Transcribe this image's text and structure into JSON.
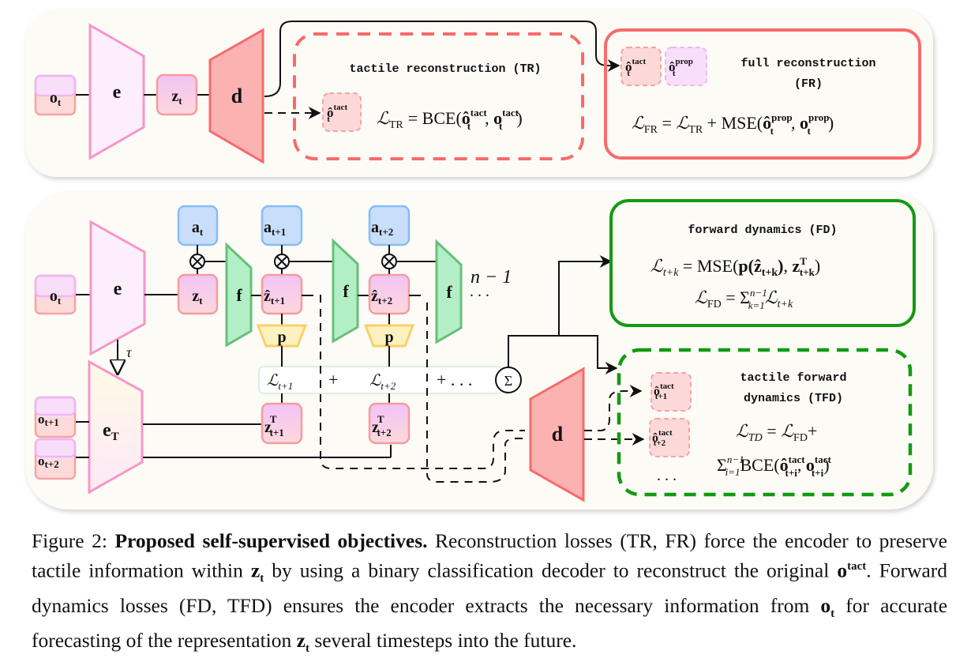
{
  "figure": {
    "top_panel": {
      "input": "o_t",
      "encoder": "e",
      "latent": "z_t",
      "decoder": "d",
      "tr_box": {
        "title": "tactile reconstruction (TR)",
        "output": "ô_t^tact",
        "loss_lhs": "ℒ",
        "loss_lhs_sub": "TR",
        "loss_rhs": "= BCE(",
        "arg1": "ô",
        "arg1_sub": "t",
        "arg1_sup": "tact",
        "arg2": "o",
        "arg2_sub": "t",
        "arg2_sup": "tact",
        "close": ")"
      },
      "fr_box": {
        "title_line1": "full reconstruction",
        "title_line2": "(FR)",
        "output_tact": "ô_t^tact",
        "output_prop": "ô_t^prop",
        "loss": "ℒFR = ℒTR + MSE(ô_t^prop, o_t^prop)"
      }
    },
    "bottom_panel": {
      "input": "o_t",
      "encoder": "e",
      "target_encoder": "e_T",
      "tau": "τ",
      "target_inputs": [
        "o_t+1",
        "o_t+2"
      ],
      "actions": [
        "a_t",
        "a_t+1",
        "a_t+2"
      ],
      "latents": [
        "z_t",
        "ẑ_t+1",
        "ẑ_t+2"
      ],
      "dynamics": "f",
      "projector": "p",
      "targets": [
        "z^T_t+1",
        "z^T_t+2"
      ],
      "loss_terms": [
        "ℒt+1",
        "+",
        "ℒt+2",
        "+ . . ."
      ],
      "sum_symbol": "Σ",
      "horizon_label": "n − 1",
      "ellipsis": ". . .",
      "decoder": "d",
      "fd_box": {
        "title": "forward dynamics (FD)",
        "loss1": "ℒt+k = MSE(p(ẑt+k), zTt+k)",
        "loss2": "ℒFD = Σ k=1..n−1 ℒt+k"
      },
      "tfd_box": {
        "title_line1": "tactile forward",
        "title_line2": "dynamics (TFD)",
        "outputs": [
          "ô^tact_t+1",
          "ô^tact_t+2"
        ],
        "ellipsis": ". . .",
        "loss1": "ℒTD = ℒFD+",
        "loss2": "Σ i=1..n−1 BCE(ô^tact_t+i, o^tact_t+i)"
      }
    },
    "colors": {
      "panel_bg": "#fdfbf6",
      "pink_stroke": "#f796c8",
      "pink_fill": "#fdeefb",
      "red_stroke": "#f76b6b",
      "red_fill": "#fdb2b2",
      "box_top": "#f3c5f5",
      "box_bottom": "#fcd6dc",
      "box_stroke": "#f79c9c",
      "blue_fill": "#c8defa",
      "blue_stroke": "#86bdf6",
      "green_fill": "#b3efc6",
      "green_stroke": "#66c07a",
      "yellow_fill": "#fdf1c0",
      "yellow_stroke": "#f8d264",
      "dark_green": "#129a12"
    }
  },
  "caption": {
    "label": "Figure 2:",
    "bold_title": "Proposed self-supervised objectives.",
    "line1_rest": "Reconstruction losses (TR, FR) force the encoder",
    "line2a": "to preserve tactile information within",
    "z": "z",
    "t": "t",
    "line2b": "by using a binary classification decoder to reconstruct the",
    "line3a": "original",
    "o": "o",
    "tact": "tact",
    "line3b": ". Forward dynamics losses (FD, TFD) ensures the encoder extracts the necessary",
    "line4a": "information from",
    "line4b": "for accurate forecasting of the representation",
    "line4c": "several timesteps into the future."
  }
}
